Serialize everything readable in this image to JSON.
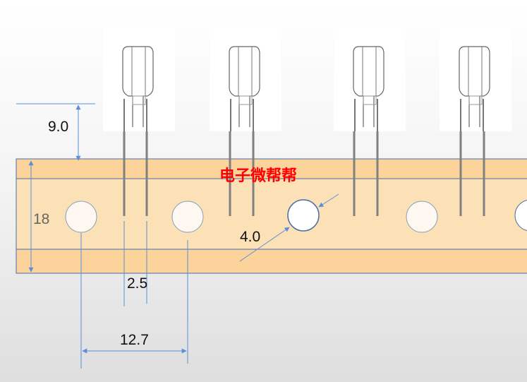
{
  "watermark": "电子微帮帮",
  "dimensions": {
    "lead_height": "9.0",
    "tape_width": "18",
    "lead_spacing": "2.5",
    "hole_pitch": "12.7",
    "hole_diameter": "4.0"
  },
  "colors": {
    "tape_band": "#fcd39a",
    "tape_center": "#fde1b6",
    "dim_line": "#5b8fd6",
    "lead": "#808080",
    "hole_border": "#4a6fa5"
  }
}
